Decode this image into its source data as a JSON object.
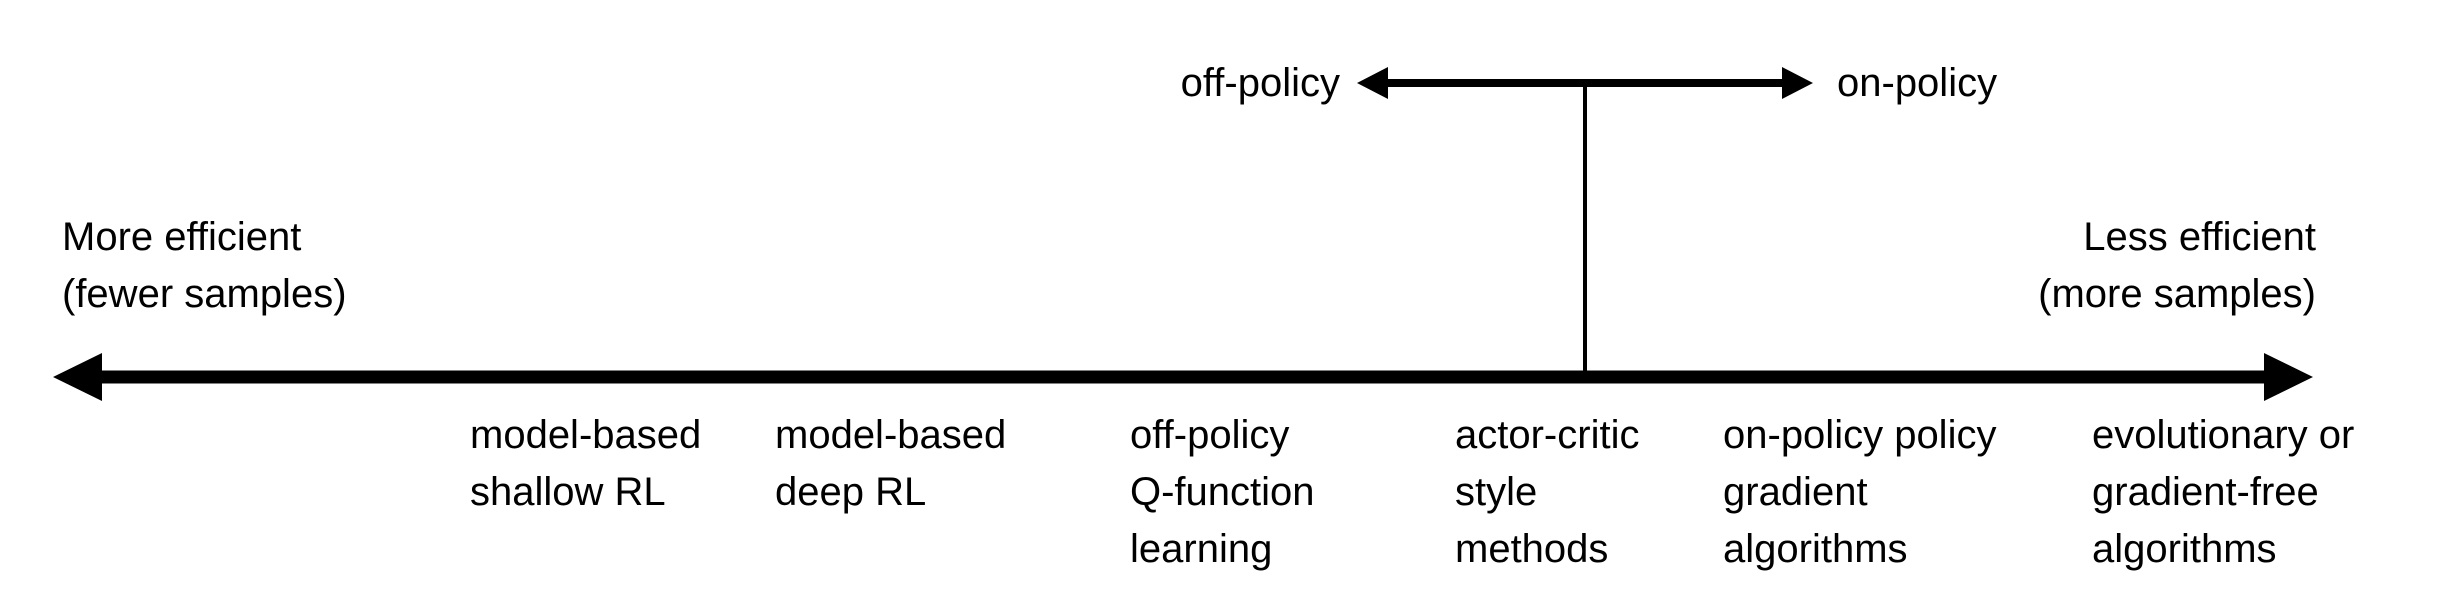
{
  "top_axis": {
    "left_label": "off-policy",
    "right_label": "on-policy"
  },
  "main_axis": {
    "left_label_lines": [
      "More efficient",
      "(fewer samples)"
    ],
    "right_label_lines": [
      "Less efficient",
      "(more samples)"
    ]
  },
  "categories": [
    {
      "lines": [
        "model-based",
        "shallow RL",
        ""
      ]
    },
    {
      "lines": [
        "model-based",
        "deep RL",
        ""
      ]
    },
    {
      "lines": [
        "off-policy",
        "Q-function",
        "learning"
      ]
    },
    {
      "lines": [
        "actor-critic",
        "style",
        "methods"
      ]
    },
    {
      "lines": [
        "on-policy policy",
        "gradient",
        "algorithms"
      ]
    },
    {
      "lines": [
        "evolutionary or",
        "gradient-free",
        "algorithms"
      ]
    }
  ],
  "colors": {
    "ink": "#000000",
    "background": "#ffffff"
  }
}
